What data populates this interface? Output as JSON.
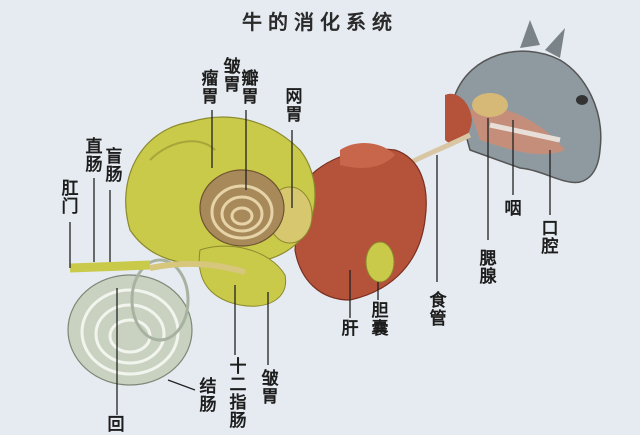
{
  "title": "牛的消化系统",
  "labels": {
    "rumen": "瘤胃",
    "abomasum_top": "皱胃",
    "omasum": "瓣胃",
    "reticulum": "网胃",
    "rectum": "直肠",
    "cecum": "盲肠",
    "anus": "肛门",
    "ileum": "回",
    "colon": "结肠",
    "duodenum": "十二指肠",
    "abomasum": "皱胃",
    "liver": "肝",
    "gallbladder": "胆囊",
    "esophagus": "食管",
    "parotid": "腮腺",
    "pharynx": "咽",
    "mouth": "口腔"
  },
  "colors": {
    "background": "#e6ebf1",
    "stomach_yellow": "#c9c94a",
    "omasum_brown": "#a88a5a",
    "liver_red": "#b5523a",
    "intestine_gray": "#c9d2c0",
    "head_gray": "#8f9aa0",
    "line": "#222222"
  }
}
